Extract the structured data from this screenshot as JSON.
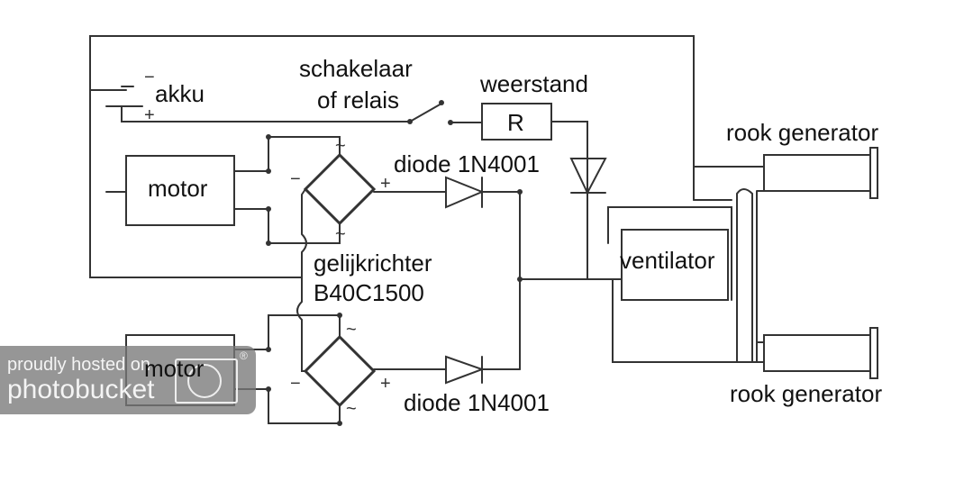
{
  "labels": {
    "battery": "akku",
    "switch_line1": "schakelaar",
    "switch_line2": "of relais",
    "resistor_caption": "weerstand",
    "resistor_symbol": "R",
    "motor_top": "motor",
    "motor_bottom": "motor",
    "diode_top": "diode 1N4001",
    "diode_bottom": "diode 1N4001",
    "rectifier_line1": "gelijkrichter",
    "rectifier_line2": "B40C1500",
    "fan": "ventilator",
    "smoke_top": "rook generator",
    "smoke_bottom": "rook generator",
    "minus": "−",
    "plus": "+",
    "ac": "~"
  },
  "watermark": {
    "line1": "proudly hosted on",
    "line2": "photobucket",
    "registered": "®"
  },
  "colors": {
    "ink": "#333333",
    "watermark": "#787878"
  }
}
